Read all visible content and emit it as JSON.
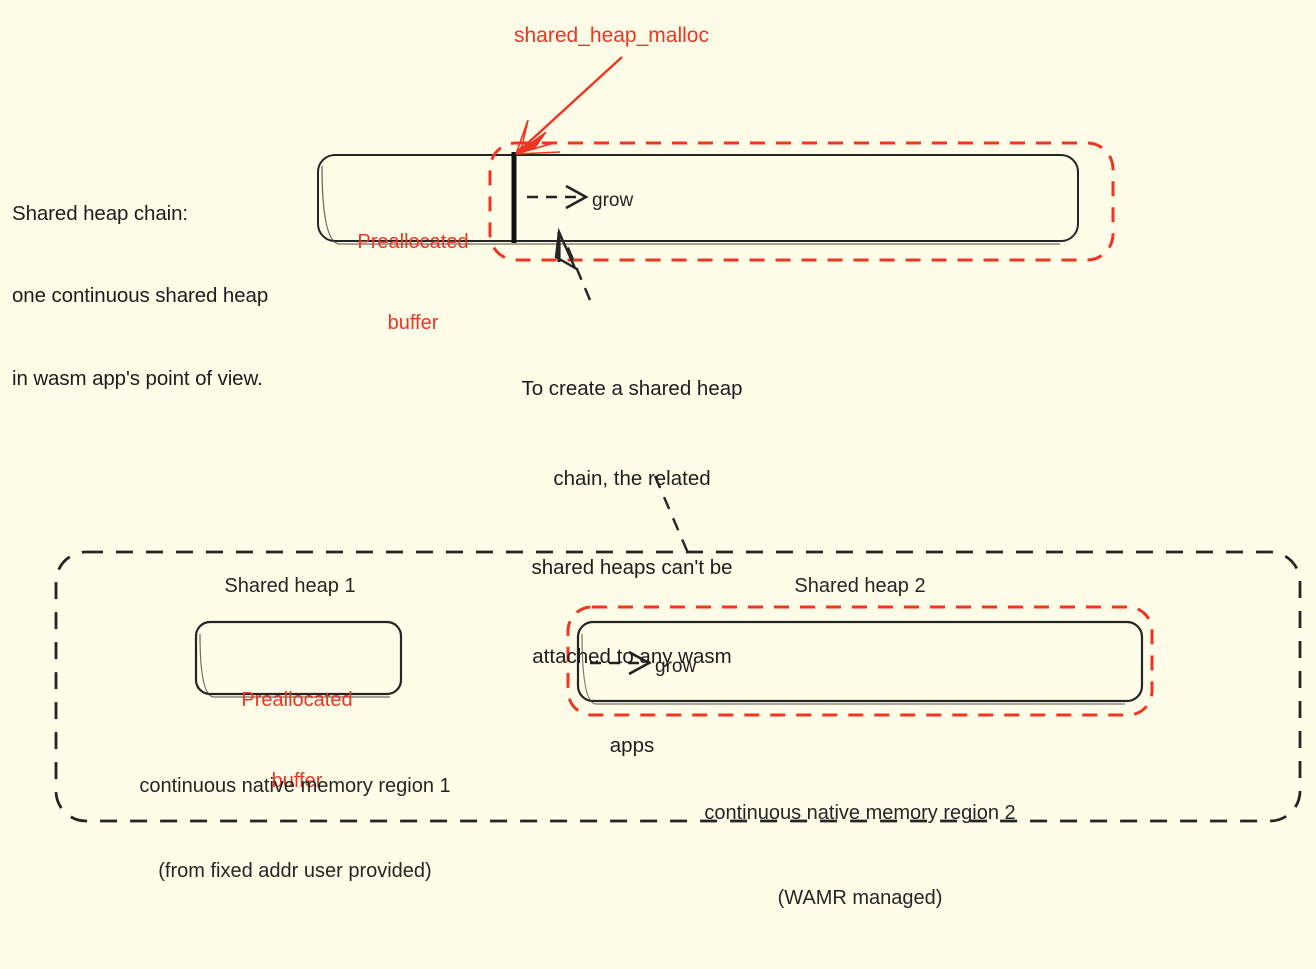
{
  "diagram": {
    "title_note": "shared_heap_malloc",
    "colors": {
      "background": "#fffde8",
      "accent_red": "#ee3524",
      "outline_black": "#252525"
    },
    "left_note": {
      "line1": "Shared heap chain:",
      "line2": "one continuous shared heap",
      "line3": "in wasm app's point of view."
    },
    "top_bar": {
      "prealloc_line1": "Preallocated",
      "prealloc_line2": "buffer",
      "grow_label": "grow"
    },
    "middle_note": {
      "line1": "To create a shared heap",
      "line2": "chain, the related",
      "line3": "shared heaps can't be",
      "line4": "attached to any wasm",
      "line5": "apps"
    },
    "bottom": {
      "heap1_title": "Shared heap 1",
      "heap2_title": "Shared heap 2",
      "heap1_prealloc_line1": "Preallocated",
      "heap1_prealloc_line2": "buffer",
      "heap2_grow_label": "grow",
      "region1_line1": "continuous native memory region 1",
      "region1_line2": "(from fixed addr user provided)",
      "region2_line1": "continuous native memory region 2",
      "region2_line2": "(WAMR managed)"
    }
  }
}
